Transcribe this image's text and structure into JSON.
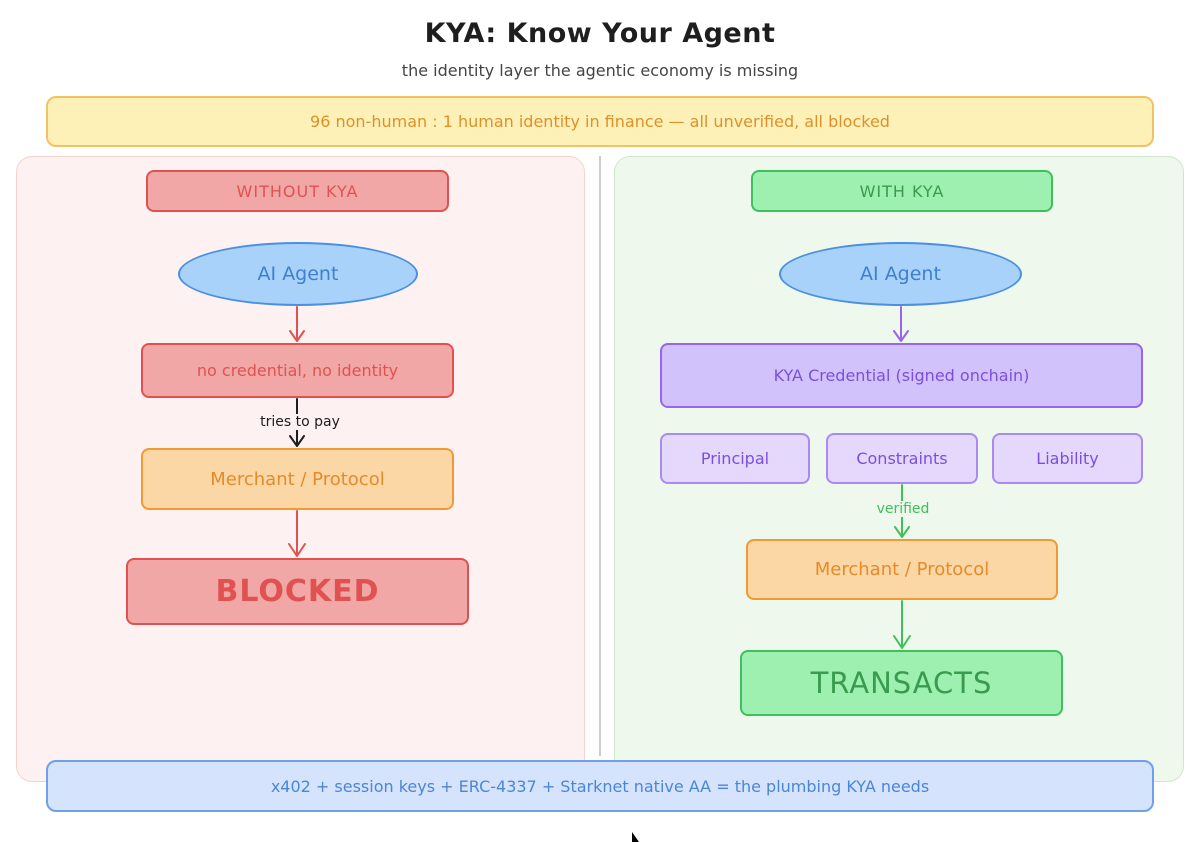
{
  "title": "KYA: Know Your Agent",
  "subtitle": "the identity layer the agentic economy is missing",
  "stat_banner": "96 non-human : 1 human identity in finance — all unverified, all blocked",
  "without": {
    "header": "WITHOUT KYA",
    "agent": "AI Agent",
    "credential": "no credential, no identity",
    "edge_label": "tries to pay",
    "merchant": "Merchant / Protocol",
    "result": "BLOCKED"
  },
  "with": {
    "header": "WITH KYA",
    "agent": "AI Agent",
    "credential": "KYA Credential (signed onchain)",
    "components": [
      "Principal",
      "Constraints",
      "Liability"
    ],
    "edge_label": "verified",
    "merchant": "Merchant / Protocol",
    "result": "TRANSACTS"
  },
  "footer_banner": "x402 + session keys + ERC-4337 + Starknet native AA = the plumbing KYA needs",
  "colors": {
    "red": "#e05252",
    "orange": "#f09a35",
    "green": "#3fc05c",
    "purple": "#9765ef",
    "blue": "#4a90e2",
    "yellow": "#f3c266"
  }
}
